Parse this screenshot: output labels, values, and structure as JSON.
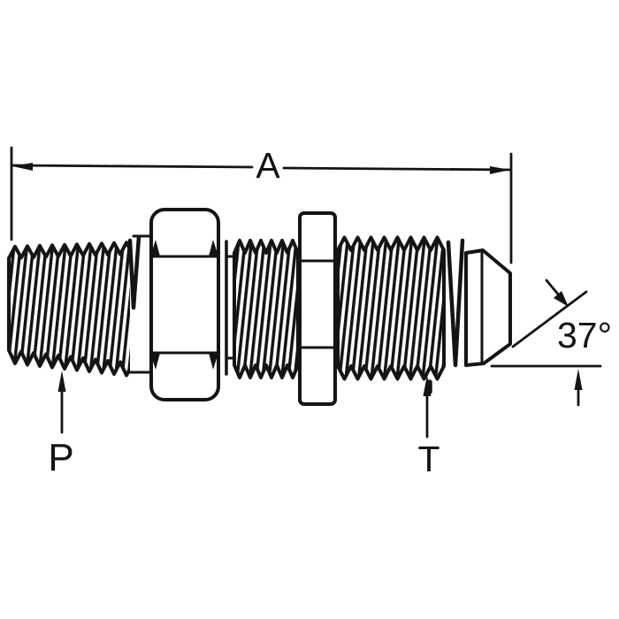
{
  "figure": {
    "labels": {
      "dimension_a": "A",
      "pipe_end": "P",
      "tube_end": "T",
      "flare_angle": "37°"
    },
    "colors": {
      "ink": "#141414",
      "paper": "#ffffff"
    }
  }
}
